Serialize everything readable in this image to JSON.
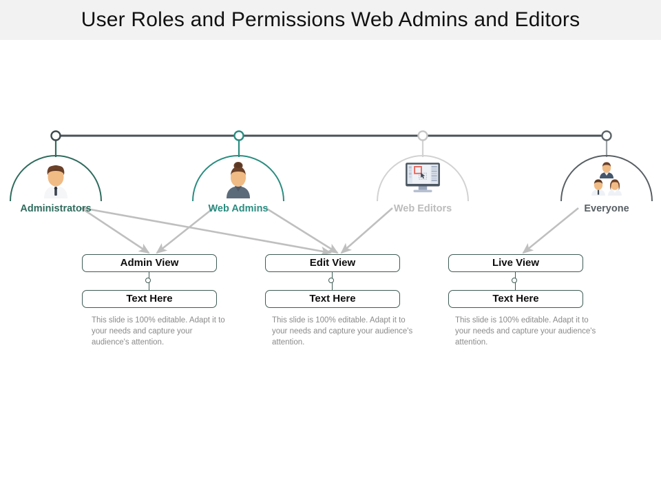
{
  "header": {
    "title": "User Roles and Permissions Web Admins and Editors"
  },
  "colors": {
    "header_band": "#f2f2f2",
    "administrators": "#2f6b5c",
    "web_admins": "#2a8c80",
    "web_editors": "#bcbcbc",
    "everyone": "#585f63",
    "connector_line": "#4a5256",
    "arrow": "#bfbfbf",
    "box_border": "#3d5a54",
    "body_text": "#8a8a8a"
  },
  "nodes": [
    {
      "id": "administrators",
      "label": "Administrators",
      "icon": "user-male-avatar-icon",
      "arc_color": "#2f6b5c",
      "marker": "circle-marker"
    },
    {
      "id": "web-admins",
      "label": "Web Admins",
      "icon": "user-female-avatar-icon",
      "arc_color": "#2a8c80",
      "marker": "circle-marker"
    },
    {
      "id": "web-editors",
      "label": "Web Editors",
      "icon": "desktop-monitor-design-icon",
      "arc_color": "#d2d2d2",
      "marker": "circle-marker"
    },
    {
      "id": "everyone",
      "label": "Everyone",
      "icon": "user-group-icon",
      "arc_color": "#585f63",
      "marker": "circle-marker"
    }
  ],
  "columns": [
    {
      "id": "admin",
      "title": "Admin View",
      "subtitle": "Text Here",
      "description": "This slide is 100% editable. Adapt it to your needs and capture your audience's attention."
    },
    {
      "id": "edit",
      "title": "Edit View",
      "subtitle": "Text Here",
      "description": "This slide is 100% editable. Adapt it to your needs and capture your audience's attention."
    },
    {
      "id": "live",
      "title": "Live View",
      "subtitle": "Text Here",
      "description": "This slide is 100% editable. Adapt it to your needs and capture your audience's attention."
    }
  ],
  "arrows": [
    {
      "from": "administrators",
      "to": "admin"
    },
    {
      "from": "administrators",
      "to": "edit"
    },
    {
      "from": "web-admins",
      "to": "admin"
    },
    {
      "from": "web-admins",
      "to": "edit"
    },
    {
      "from": "web-editors",
      "to": "edit"
    },
    {
      "from": "everyone",
      "to": "live"
    }
  ]
}
